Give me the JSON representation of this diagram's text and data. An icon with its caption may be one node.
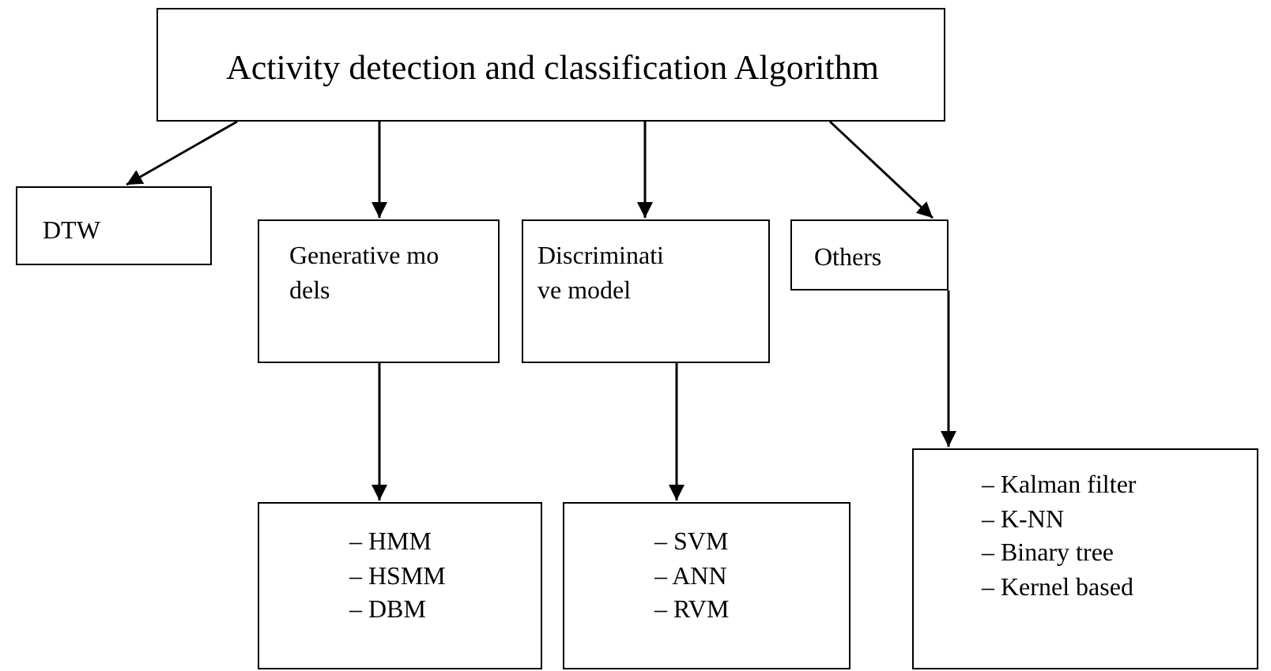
{
  "diagram": {
    "nodes": [
      {
        "text": [
          "Activity detection and classification Algorithm"
        ]
      },
      {
        "text": [
          "DTW"
        ]
      },
      {
        "text": [
          "Generative models"
        ]
      },
      {
        "text": [
          "Discriminative model"
        ]
      },
      {
        "text": [
          "Others"
        ]
      },
      {
        "text": [
          "– HMM",
          "– HSMM",
          "– DBM"
        ]
      },
      {
        "text": [
          "– SVM",
          "– ANN",
          "– RVM"
        ]
      },
      {
        "text": [
          "– Kalman filter",
          "– K-NN",
          "– Binary tree",
          "– Kernel based"
        ]
      }
    ],
    "edges": [
      {
        "from": 0,
        "to": 1,
        "arrow": "to"
      },
      {
        "from": 0,
        "to": 2,
        "arrow": "to"
      },
      {
        "from": 0,
        "to": 3,
        "arrow": "to"
      },
      {
        "from": 0,
        "to": 4,
        "arrow": "to"
      },
      {
        "from": 2,
        "to": 5,
        "arrow": "to"
      },
      {
        "from": 3,
        "to": 6,
        "arrow": "to"
      },
      {
        "from": 4,
        "to": 7,
        "arrow": "to"
      }
    ]
  }
}
